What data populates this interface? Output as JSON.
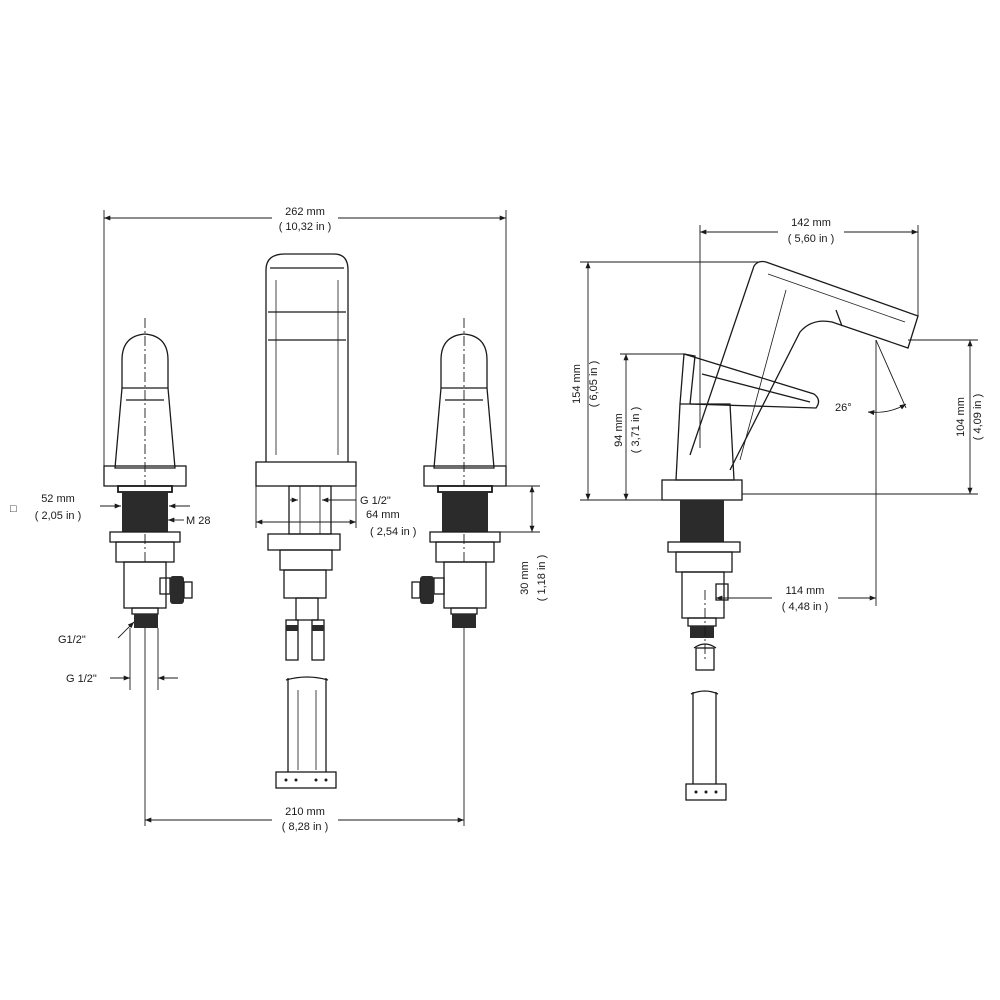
{
  "dimensions": {
    "overall_width": {
      "mm": "262 mm",
      "in": "( 10,32 in )"
    },
    "center_spacing": {
      "mm": "210 mm",
      "in": "( 8,28 in )"
    },
    "square_base": {
      "symbol": "□",
      "mm": "52 mm",
      "in": "( 2,05 in )"
    },
    "thread_size": "M 28",
    "inlet_thread": "G 1/2\"",
    "inlet_thread_alt": "G1/2\"",
    "outlet_thread": "G 1/2\"",
    "spout_base": {
      "mm": "64 mm",
      "in": "( 2,54 in )"
    },
    "deck_thickness": {
      "mm": "30 mm",
      "in": "( 1,18 in )"
    },
    "spout_reach": {
      "mm": "142 mm",
      "in": "( 5,60 in )"
    },
    "total_height": {
      "mm": "154 mm",
      "in": "( 6,05 in )"
    },
    "handle_height": {
      "mm": "94 mm",
      "in": "( 3,71 in )"
    },
    "outlet_height": {
      "mm": "104 mm",
      "in": "( 4,09 in )"
    },
    "spray_angle": "26°",
    "outlet_offset": {
      "mm": "114 mm",
      "in": "( 4,48 in )"
    }
  }
}
